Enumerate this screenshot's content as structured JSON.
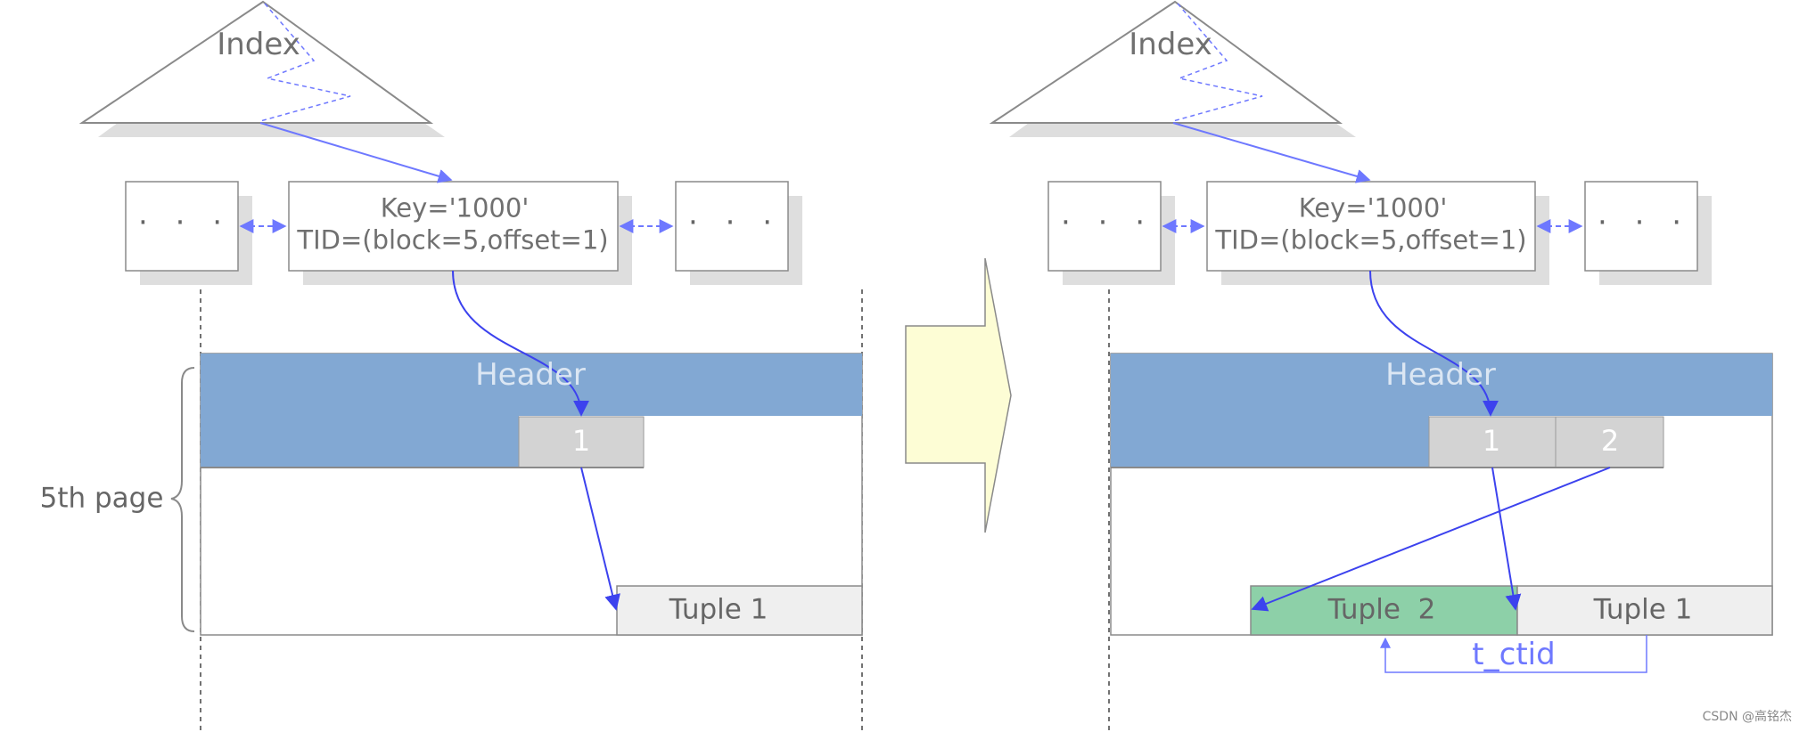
{
  "left": {
    "index_label": "Index",
    "prev_leaf": "· · ·",
    "next_leaf": "· · ·",
    "key_line1": "Key='1000'",
    "key_line2": "TID=(block=5,offset=1)",
    "page_label": "5th page",
    "header_label": "Header",
    "slot1": "1",
    "tuple1": "Tuple 1"
  },
  "right": {
    "index_label": "Index",
    "prev_leaf": "· · ·",
    "next_leaf": "· · ·",
    "key_line1": "Key='1000'",
    "key_line2": "TID=(block=5,offset=1)",
    "header_label": "Header",
    "slot1": "1",
    "slot2": "2",
    "tuple2": "Tuple  2",
    "tuple1": "Tuple 1",
    "ctid_label": "t_ctid"
  },
  "watermark": "CSDN @高铭杰",
  "colors": {
    "header": "#82a8d3",
    "slot": "#d3d3d3",
    "tuple": "#efefef",
    "new_tuple": "#8dd0a8",
    "arrow": "#3c42ee",
    "leaf_link": "#6e78ff",
    "big_arrow": "#fdfdd5",
    "shadow": "#dedede"
  }
}
